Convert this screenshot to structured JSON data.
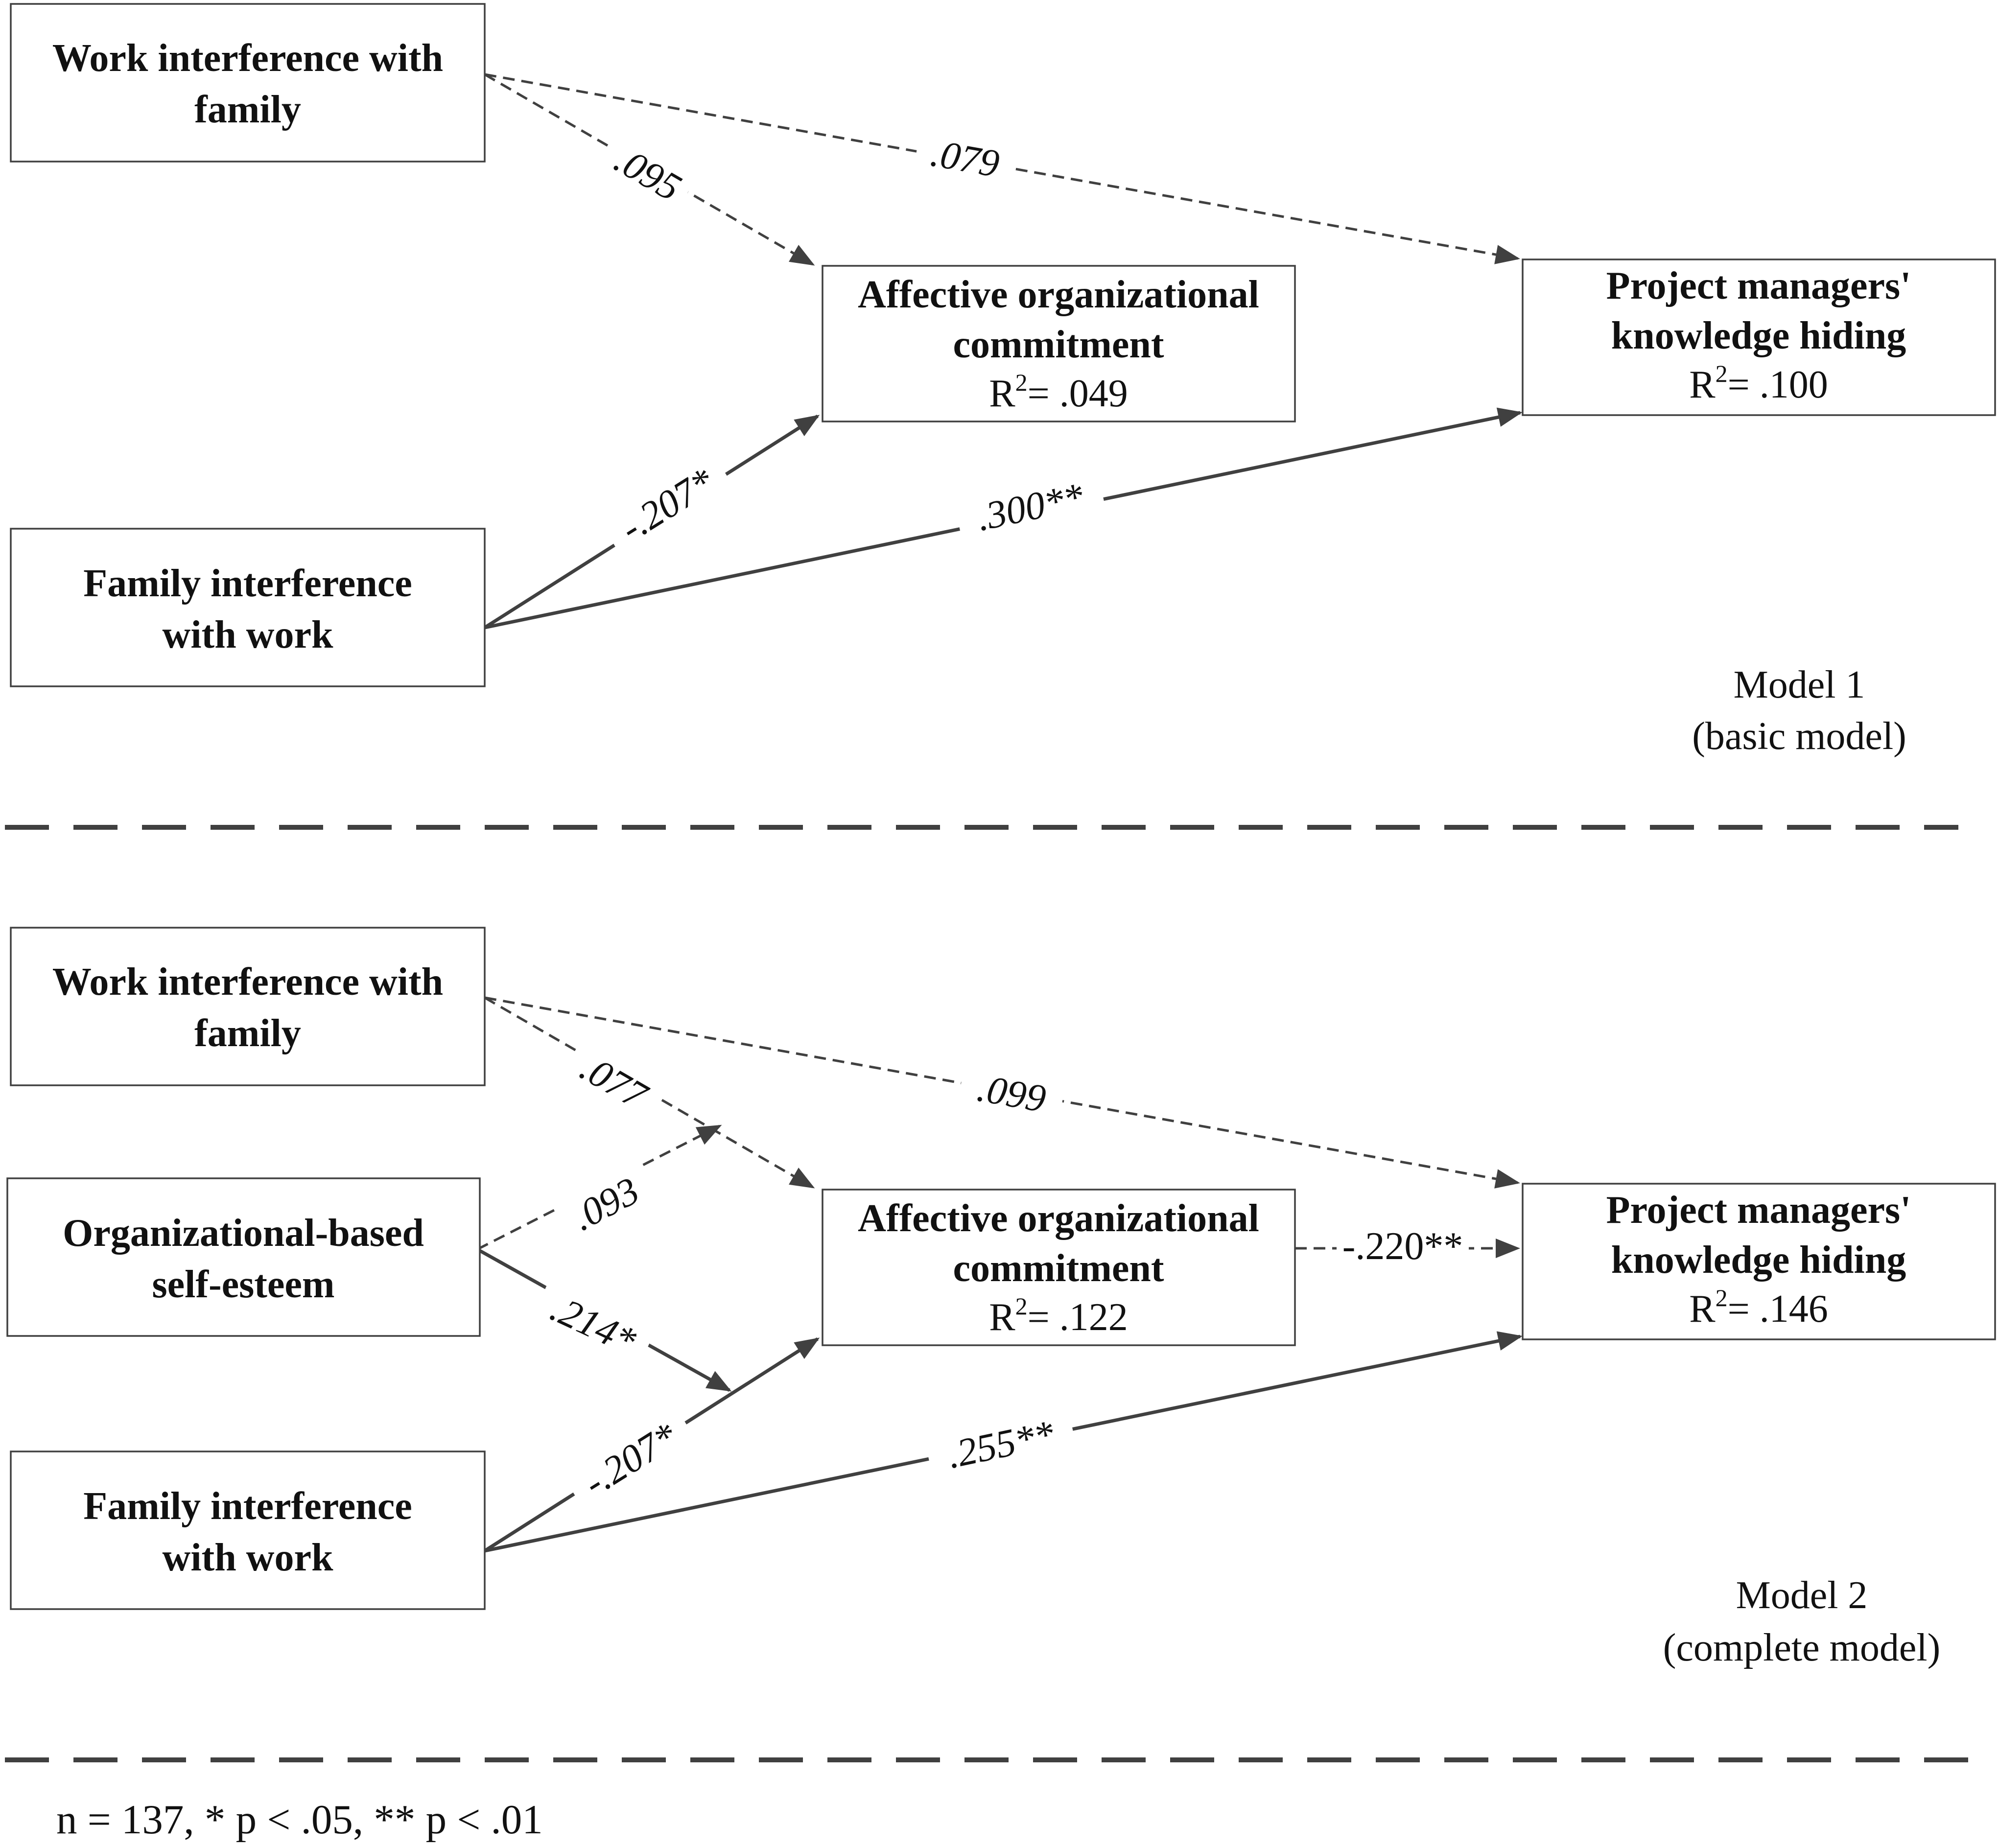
{
  "model1": {
    "wif": {
      "line1": "Work interference with",
      "line2": "family"
    },
    "fiw": {
      "line1": "Family interference",
      "line2": "with work"
    },
    "aoc": {
      "line1": "Affective organizational",
      "line2": "commitment",
      "r2_prefix": "R",
      "r2_sup": "2",
      "r2_value": "= .049"
    },
    "pmkh": {
      "line1": "Project managers'",
      "line2": "knowledge hiding",
      "r2_prefix": "R",
      "r2_sup": "2",
      "r2_value": "= .100"
    },
    "coefficients": {
      "wif_aoc": ".095",
      "wif_pmkh": ".079",
      "fiw_aoc": "-.207*",
      "fiw_pmkh": ".300**"
    },
    "label": {
      "line1": "Model 1",
      "line2": "(basic model)"
    }
  },
  "model2": {
    "wif": {
      "line1": "Work interference with",
      "line2": "family"
    },
    "obse": {
      "line1": "Organizational-based",
      "line2": "self-esteem"
    },
    "fiw": {
      "line1": "Family interference",
      "line2": "with work"
    },
    "aoc": {
      "line1": "Affective organizational",
      "line2": "commitment",
      "r2_prefix": "R",
      "r2_sup": "2",
      "r2_value": "= .122"
    },
    "pmkh": {
      "line1": "Project managers'",
      "line2": "knowledge hiding",
      "r2_prefix": "R",
      "r2_sup": "2",
      "r2_value": "= .146"
    },
    "coefficients": {
      "wif_aoc": ".077",
      "wif_pmkh": ".099",
      "obse_wif_path": ".093",
      "obse_fiw_path": ".214*",
      "fiw_aoc": "-.207*",
      "fiw_pmkh": ".255**",
      "aoc_pmkh": "-.220**"
    },
    "label": {
      "line1": "Model 2",
      "line2": "(complete model)"
    }
  },
  "note": "n = 137, * p < .05, ** p < .01",
  "colors": {
    "line": "#404040",
    "text": "#111111",
    "background": "#ffffff"
  }
}
